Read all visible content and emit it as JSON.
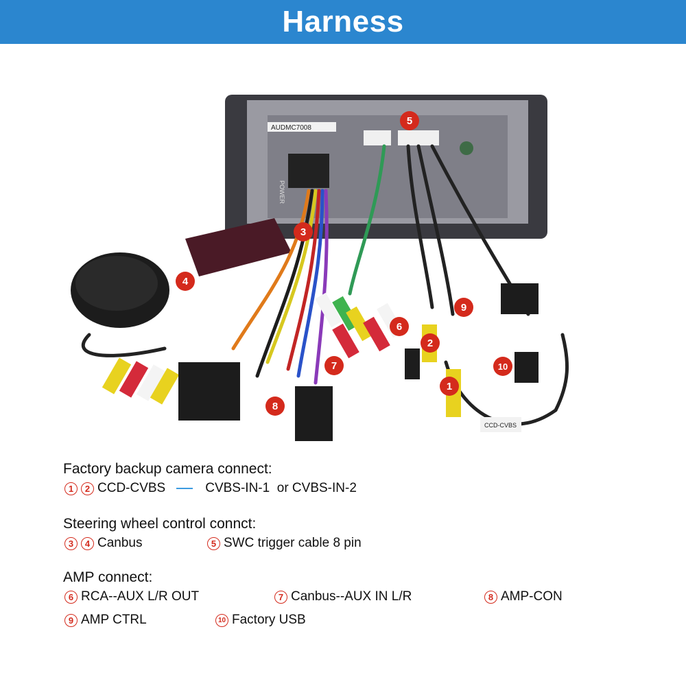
{
  "header": {
    "title": "Harness"
  },
  "photo": {
    "callouts": [
      "1",
      "2",
      "3",
      "4",
      "5",
      "6",
      "7",
      "8",
      "9",
      "10"
    ],
    "unit_label": "AUDMC7008",
    "power_label": "POWER",
    "cable_tag": "CCD-CVBS"
  },
  "sections": {
    "camera": {
      "title": "Factory backup camera connect:",
      "n1": "1",
      "n2": "2",
      "label": "CCD-CVBS",
      "target": "CVBS-IN-1  or CVBS-IN-2"
    },
    "steering": {
      "title": "Steering wheel control connct:",
      "n3": "3",
      "n4": "4",
      "canbus": "Canbus",
      "n5": "5",
      "swc": "SWC trigger cable 8 pin"
    },
    "amp": {
      "title": "AMP connect:",
      "n6": "6",
      "rca": "RCA--AUX L/R OUT",
      "n7": "7",
      "canbus_aux": "Canbus--AUX IN L/R",
      "n8": "8",
      "ampcon": "AMP-CON",
      "n9": "9",
      "ampctrl": "AMP CTRL",
      "n10": "10",
      "usb": "Factory USB"
    }
  },
  "colors": {
    "header": "#2b86cf",
    "callout": "#d42a1c",
    "dash": "#3c9be0"
  }
}
